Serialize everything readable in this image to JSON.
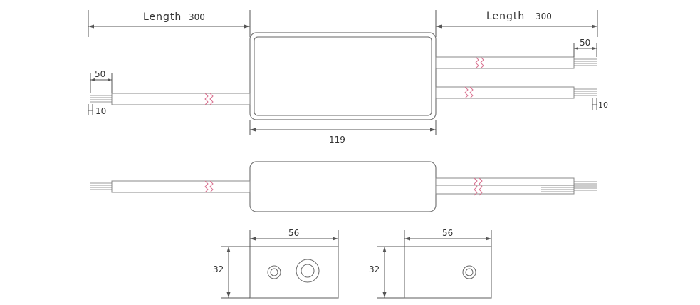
{
  "top_view": {
    "length_left": {
      "word": "Length",
      "value": "300"
    },
    "length_right": {
      "word": "Length",
      "value": "300"
    },
    "strip_left": "50",
    "strip_right": "50",
    "wire_end_left": "10",
    "wire_end_right": "10",
    "body_length": "119"
  },
  "end_views": {
    "left": {
      "width": "56",
      "height": "32"
    },
    "right": {
      "width": "56",
      "height": "32"
    }
  },
  "colors": {
    "line": "#666666",
    "cable_break": "#d9708f",
    "text": "#333333"
  }
}
